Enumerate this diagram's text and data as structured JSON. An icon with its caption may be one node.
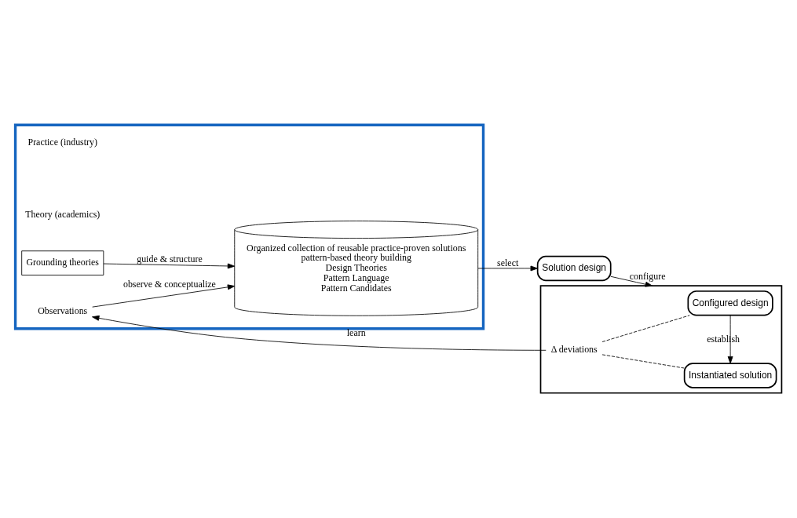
{
  "diagram": {
    "nodes": [
      {
        "text": [],
        "shape": "box"
      },
      {
        "text": [
          "Grounding theories"
        ],
        "in": 0
      },
      {
        "text": [
          "Organized collection of reusable practice-proven solutions",
          "pattern-based theory building",
          "Design Theories",
          "Pattern Language",
          "Pattern Candidates"
        ],
        "in": 0
      },
      {
        "text": [
          "Observations"
        ],
        "in": 0
      },
      {
        "text": [
          "Solution design"
        ]
      },
      {
        "text": [],
        "shape": "box"
      },
      {
        "text": [
          "Configured design"
        ],
        "in": 5
      },
      {
        "text": [
          "Δ deviations"
        ],
        "in": 5
      },
      {
        "text": [
          "Instantiated solution"
        ],
        "in": 5
      }
    ],
    "edges": [
      {
        "from": 1,
        "to": 2,
        "arrow": "to",
        "label": "guide & structure"
      },
      {
        "from": 3,
        "to": 2,
        "arrow": "to",
        "label": "observe & conceptualize"
      },
      {
        "from": 2,
        "to": 4,
        "arrow": "to",
        "label": "select"
      },
      {
        "from": 4,
        "to": 5,
        "arrow": "to",
        "label": "configure"
      },
      {
        "from": 6,
        "to": 8,
        "arrow": "to",
        "label": "establish"
      },
      {
        "from": 7,
        "to": 3,
        "arrow": "to",
        "label": "learn"
      },
      {
        "from": 7,
        "to": 6,
        "arrow": "none",
        "style": "dashed"
      },
      {
        "from": 7,
        "to": 8,
        "arrow": "none",
        "style": "dashed"
      }
    ],
    "labels": [
      "Theory (academics)",
      "Practice (industry)"
    ]
  }
}
